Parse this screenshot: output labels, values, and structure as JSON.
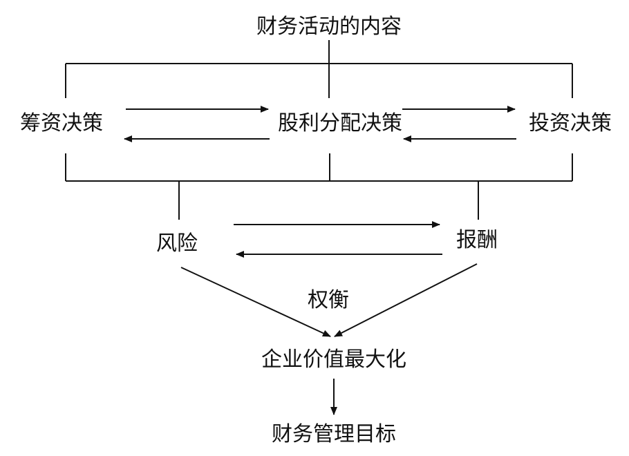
{
  "diagram": {
    "top_title": "财务活动的内容",
    "decisions": {
      "financing": "筹资决策",
      "dividend": "股利分配决策",
      "investment": "投资决策"
    },
    "risk": "风险",
    "return": "报酬",
    "tradeoff": "权衡",
    "value_max": "企业价值最大化",
    "goal": "财务管理目标"
  }
}
